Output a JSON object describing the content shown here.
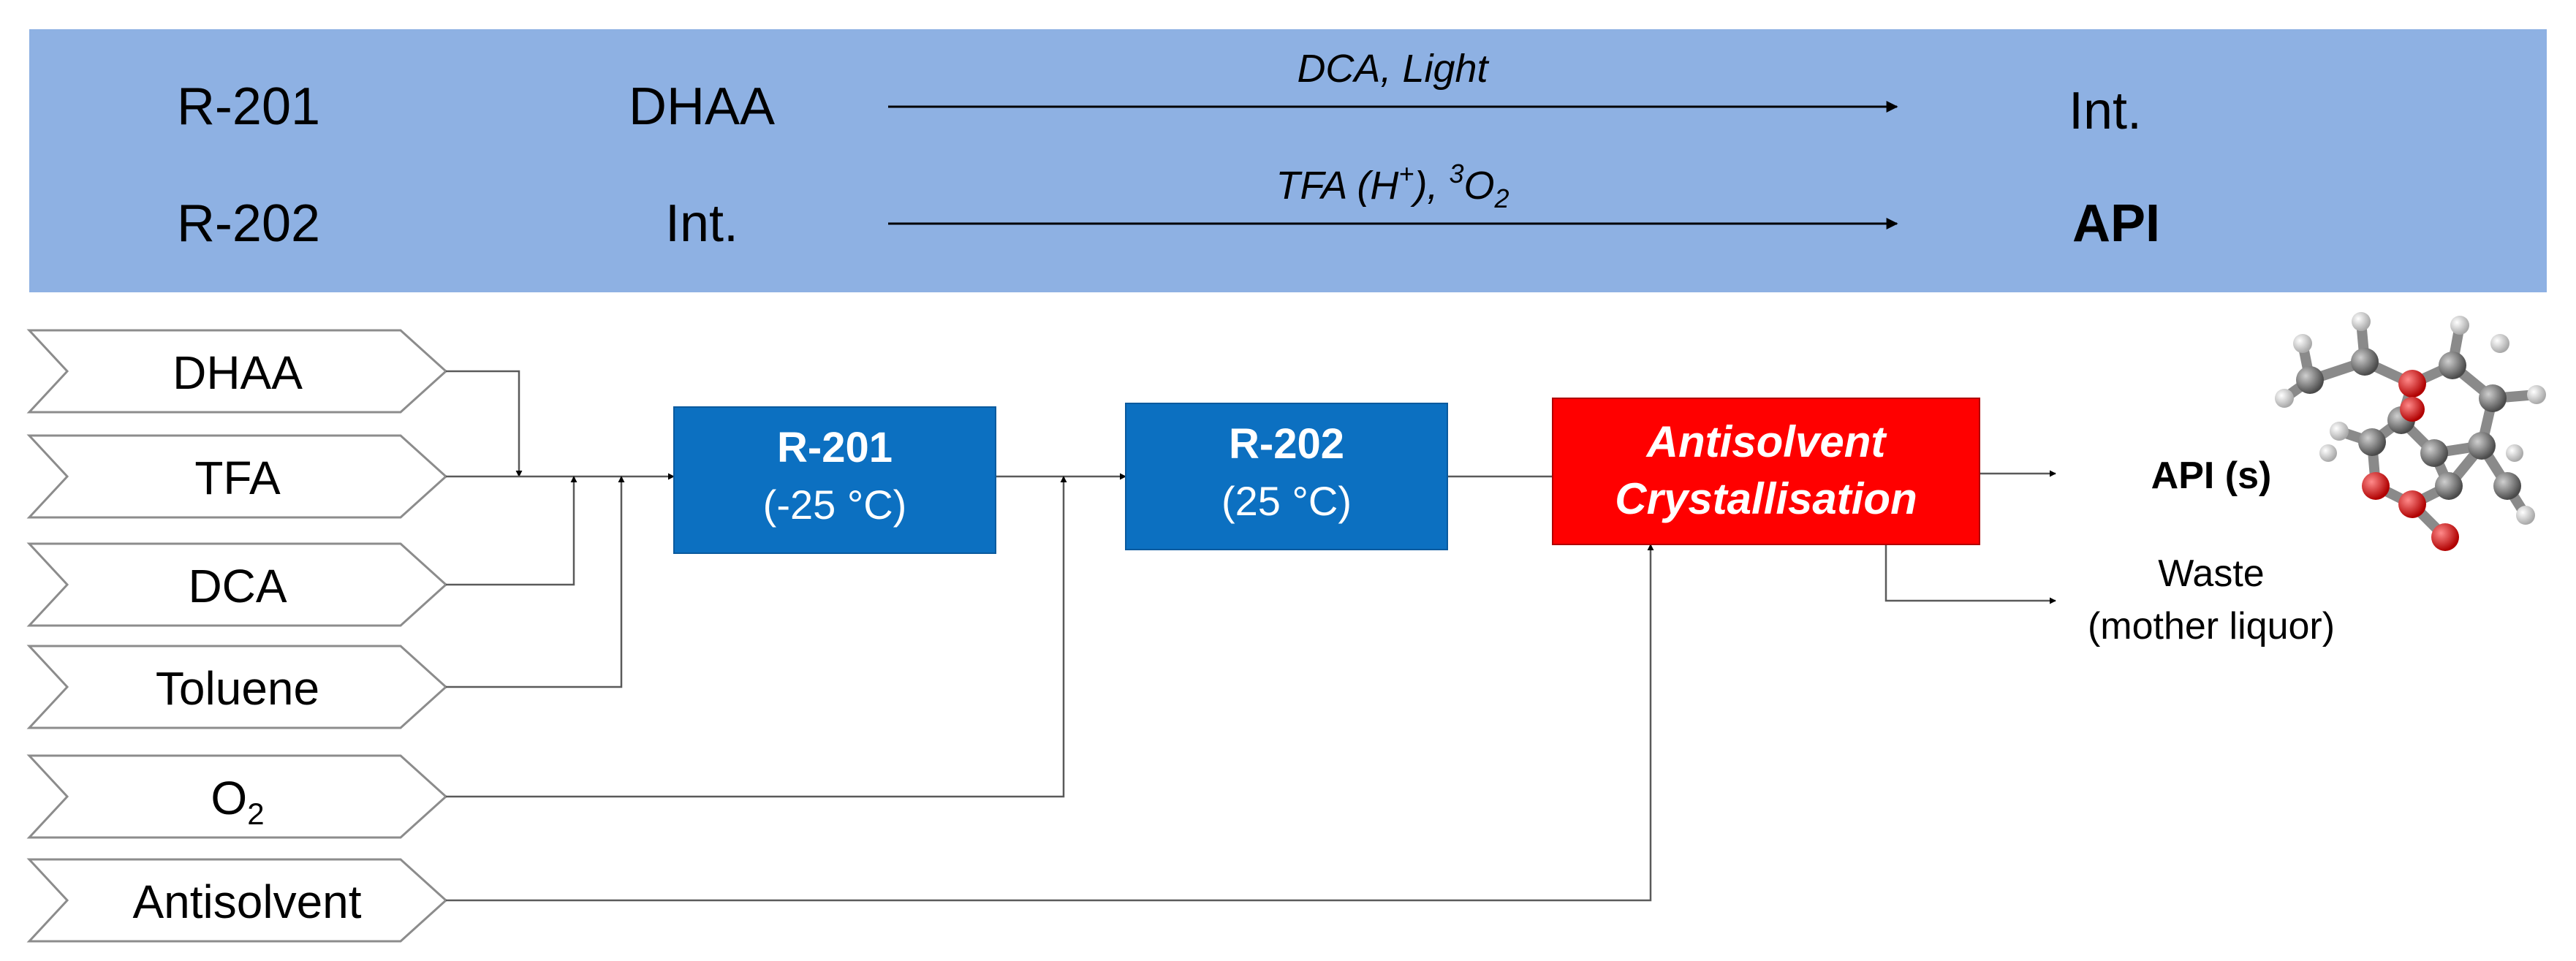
{
  "colors": {
    "banner": "#8EB1E3",
    "reactor_blue": "#0C70C1",
    "crystalliser_red": "#FF0000",
    "stroke": "#5A5A5A",
    "feed_stroke": "#8C8C8C",
    "carbon": "#707070",
    "hydrogen": "#D3D3D3",
    "oxygen": "#E11919"
  },
  "icons": {
    "feed_shape": "chevron-tag",
    "molecule": "ball-and-stick-molecule-3d"
  },
  "banner": {
    "reactions": [
      {
        "reactor": "R-201",
        "reactant": "DHAA",
        "conditions": {
          "pre": "DCA, Light",
          "sup1": "",
          "mid": "",
          "sup2": "",
          "post": ""
        },
        "product": "Int."
      },
      {
        "reactor": "R-202",
        "reactant": "Int.",
        "conditions": {
          "pre": "TFA (H",
          "sup1": "+",
          "mid": "), ",
          "sup2": "3",
          "post": "O",
          "sub": "2"
        },
        "product": "API"
      }
    ]
  },
  "feeds": [
    {
      "label": "DHAA",
      "sub": ""
    },
    {
      "label": "TFA",
      "sub": ""
    },
    {
      "label": "DCA",
      "sub": ""
    },
    {
      "label": "Toluene",
      "sub": ""
    },
    {
      "label": "O",
      "sub": "2"
    },
    {
      "label": "Antisolvent",
      "sub": ""
    }
  ],
  "units": [
    {
      "name": "R-201",
      "condition": "(-25 °C)"
    },
    {
      "name": "R-202",
      "condition": "(25 °C)"
    },
    {
      "name_line1": "Antisolvent",
      "name_line2": "Crystallisation"
    }
  ],
  "outputs": {
    "product": "API (s)",
    "waste_line1": "Waste",
    "waste_line2": "(mother liquor)"
  }
}
